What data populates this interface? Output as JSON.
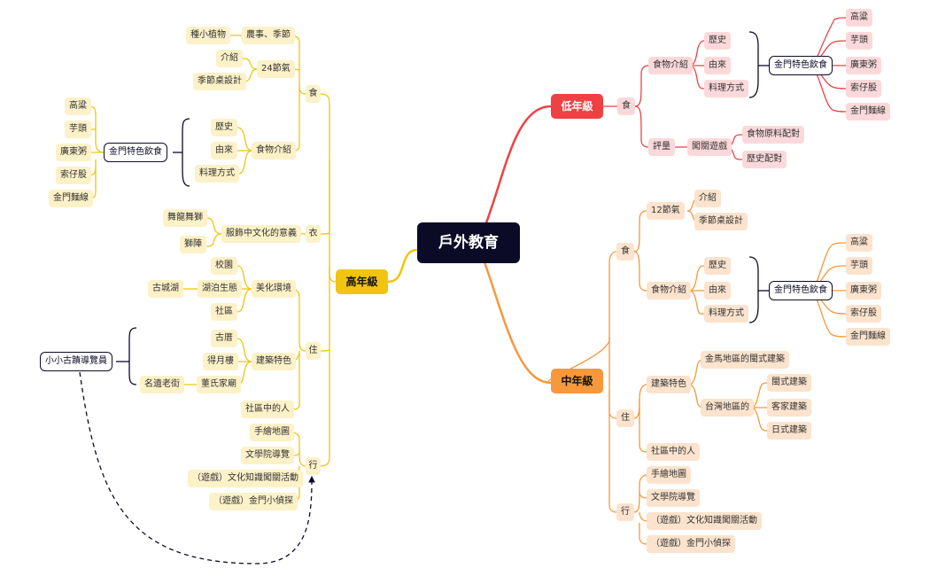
{
  "root": {
    "label": "戶外教育"
  },
  "senior": {
    "label": "高年級",
    "food": {
      "label": "食",
      "farming": {
        "label": "農事、季節",
        "child": "種小植物"
      },
      "solar": {
        "label": "24節氣",
        "children": [
          "介紹",
          "季節桌設計"
        ]
      },
      "intro": {
        "label": "食物介紹",
        "children": [
          "歷史",
          "由來",
          "料理方式"
        ]
      },
      "specialty": {
        "label": "金門特色飲食",
        "items": [
          "高粱",
          "芋頭",
          "廣東粥",
          "索仔股",
          "金門麵線"
        ]
      }
    },
    "clothing": {
      "label": "衣",
      "culture": {
        "label": "服飾中文化的意義",
        "children": [
          "舞龍舞獅",
          "獅陣"
        ]
      }
    },
    "living": {
      "label": "住",
      "env": {
        "label": "美化環境",
        "children": [
          "校園",
          "湖泊生態",
          "社區"
        ],
        "lake_child": "古城湖"
      },
      "arch": {
        "label": "建築特色",
        "children": [
          "古厝",
          "得月樓",
          "董氏家廟"
        ],
        "temple_child": "名遺老街"
      },
      "guide": {
        "label": "小小古蹟導覽員"
      },
      "people": {
        "label": "社區中的人"
      }
    },
    "travel": {
      "label": "行",
      "children": [
        "手繪地圖",
        "文學院導覽",
        "（遊戲）文化知識闖關活動",
        "（遊戲）金門小偵探"
      ]
    }
  },
  "junior": {
    "label": "低年級",
    "food": {
      "label": "食",
      "intro": {
        "label": "食物介紹",
        "children": [
          "歷史",
          "由來",
          "料理方式"
        ]
      },
      "specialty": {
        "label": "金門特色飲食",
        "items": [
          "高粱",
          "芋頭",
          "廣東粥",
          "索仔股",
          "金門麵線"
        ]
      },
      "eval": {
        "label": "評量",
        "game": "闖關遊戲",
        "children": [
          "食物原料配對",
          "歷史配對"
        ]
      }
    }
  },
  "middle": {
    "label": "中年級",
    "food": {
      "label": "食",
      "solar": {
        "label": "12節氣",
        "children": [
          "介紹",
          "季節桌設計"
        ]
      },
      "intro": {
        "label": "食物介紹",
        "children": [
          "歷史",
          "由來",
          "料理方式"
        ]
      },
      "specialty": {
        "label": "金門特色飲食",
        "items": [
          "高粱",
          "芋頭",
          "廣東粥",
          "索仔股",
          "金門麵線"
        ]
      }
    },
    "living": {
      "label": "住",
      "arch": {
        "label": "建築特色",
        "matsu": "金馬地區的閩式建築",
        "taiwan": "台灣地區的",
        "taiwan_children": [
          "閩式建築",
          "客家建築",
          "日式建築"
        ]
      },
      "people": {
        "label": "社區中的人"
      }
    },
    "travel": {
      "label": "行",
      "children": [
        "手繪地圖",
        "文學院導覽",
        "（遊戲）文化知識闖關活動",
        "（遊戲）金門小偵探"
      ]
    }
  },
  "colors": {
    "senior": "#f1c40f",
    "junior": "#ef4143",
    "middle": "#f6983b",
    "root": "#0c0b27"
  }
}
